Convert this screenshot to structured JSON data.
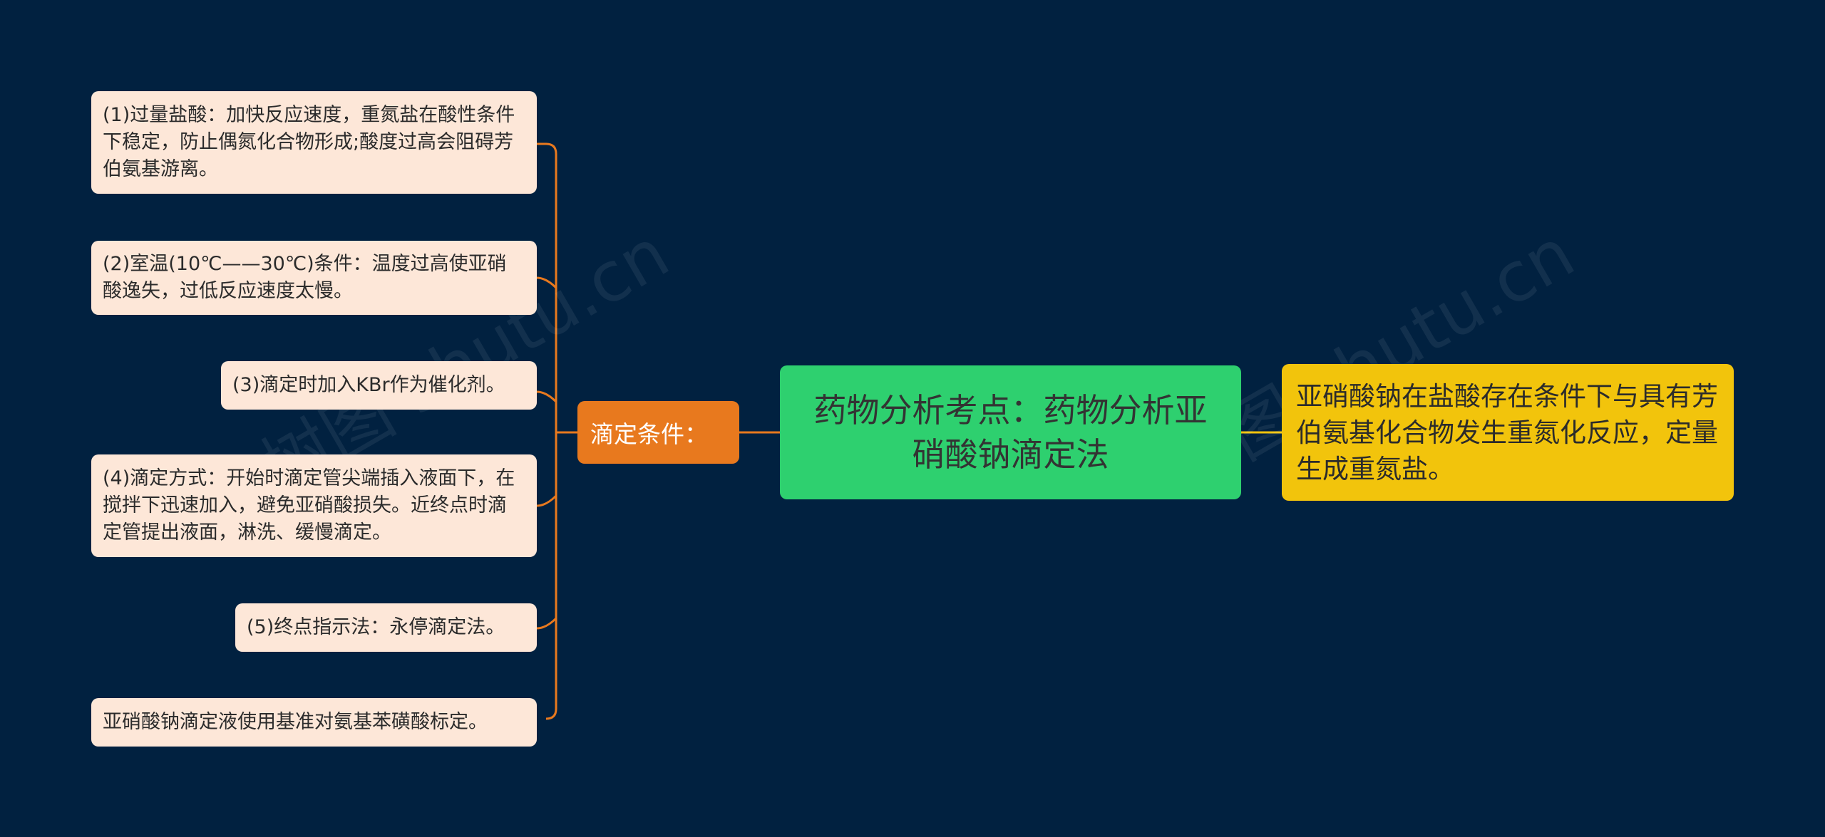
{
  "colors": {
    "background": "#012140",
    "connector": "#e8791e",
    "root_fill": "#2ed06f",
    "mid_fill": "#e8791e",
    "leaf_fill": "#fde7d8",
    "desc_fill": "#f2c40c"
  },
  "root": {
    "label": "药物分析考点：药物分析亚硝酸钠滴定法"
  },
  "branch": {
    "label": "滴定条件："
  },
  "leaves": [
    "(1)过量盐酸：加快反应速度，重氮盐在酸性条件下稳定，防止偶氮化合物形成;酸度过高会阻碍芳伯氨基游离。",
    "(2)室温(10℃——30℃)条件：温度过高使亚硝酸逸失，过低反应速度太慢。",
    "(3)滴定时加入KBr作为催化剂。",
    "(4)滴定方式：开始时滴定管尖端插入液面下，在搅拌下迅速加入，避免亚硝酸损失。近终点时滴定管提出液面，淋洗、缓慢滴定。",
    "(5)终点指示法：永停滴定法。",
    "亚硝酸钠滴定液使用基准对氨基苯磺酸标定。"
  ],
  "description": {
    "label": "亚硝酸钠在盐酸存在条件下与具有芳伯氨基化合物发生重氮化反应，定量生成重氮盐。"
  },
  "watermark": {
    "text": "树图 shutu.cn"
  }
}
